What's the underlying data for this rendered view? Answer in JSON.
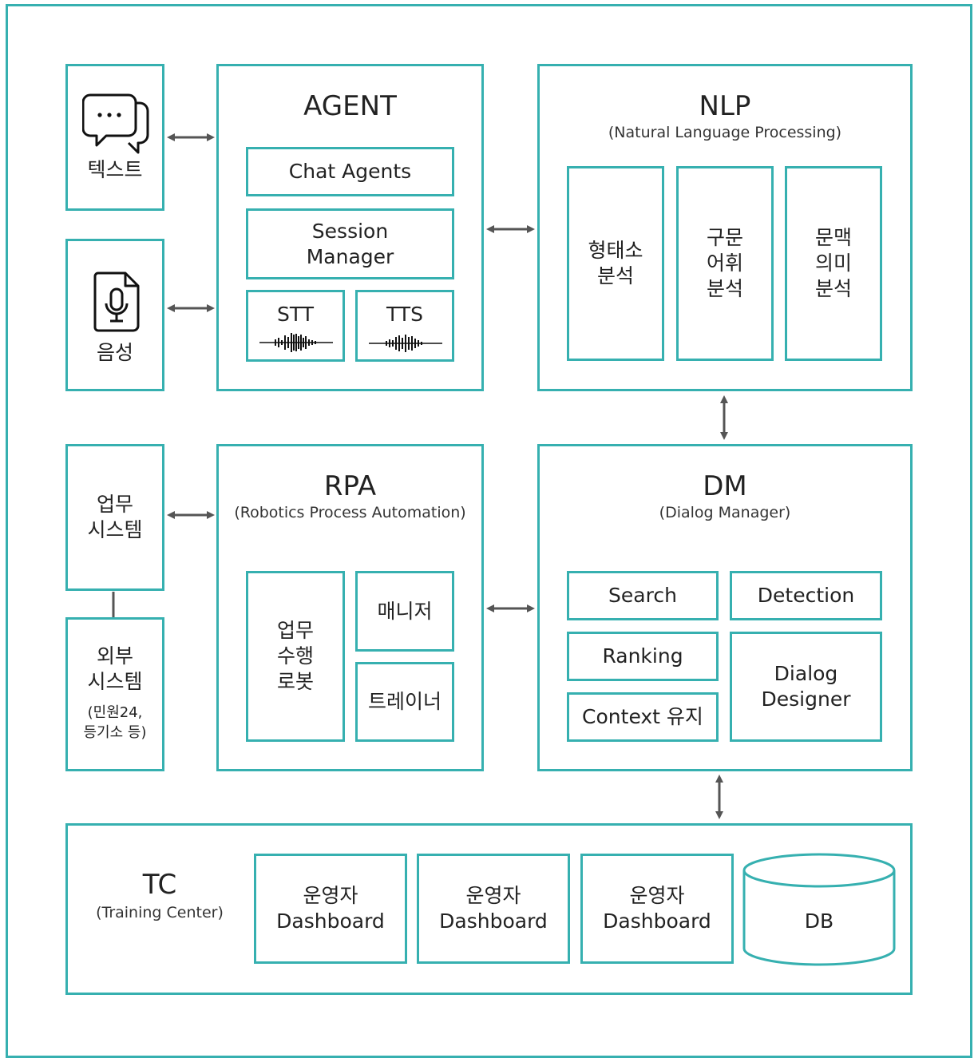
{
  "input": {
    "text_label": "텍스트",
    "voice_label": "음성"
  },
  "agent": {
    "title": "AGENT",
    "chat_agents": "Chat Agents",
    "session_manager": "Session\nManager",
    "stt": "STT",
    "tts": "TTS"
  },
  "nlp": {
    "title": "NLP",
    "subtitle": "(Natural Language Processing)",
    "modules": [
      "형태소\n분석",
      "구문\n어휘\n분석",
      "문맥\n의미\n분석"
    ]
  },
  "systems": {
    "business": "업무\n시스템",
    "external": "외부\n시스템",
    "external_note": "(민원24,\n등기소 등)"
  },
  "rpa": {
    "title": "RPA",
    "subtitle": "(Robotics Process Automation)",
    "robot": "업무\n수행\n로봇",
    "manager": "매니저",
    "trainer": "트레이너"
  },
  "dm": {
    "title": "DM",
    "subtitle": "(Dialog Manager)",
    "search": "Search",
    "detection": "Detection",
    "ranking": "Ranking",
    "dialog_designer": "Dialog\nDesigner",
    "context": "Context 유지"
  },
  "tc": {
    "title": "TC",
    "subtitle": "(Training Center)",
    "dashboards": [
      "운영자\nDashboard",
      "운영자\nDashboard",
      "운영자\nDashboard"
    ],
    "db": "DB"
  },
  "colors": {
    "border": "#36b0b0",
    "arrow": "#555555",
    "text": "#222222"
  }
}
